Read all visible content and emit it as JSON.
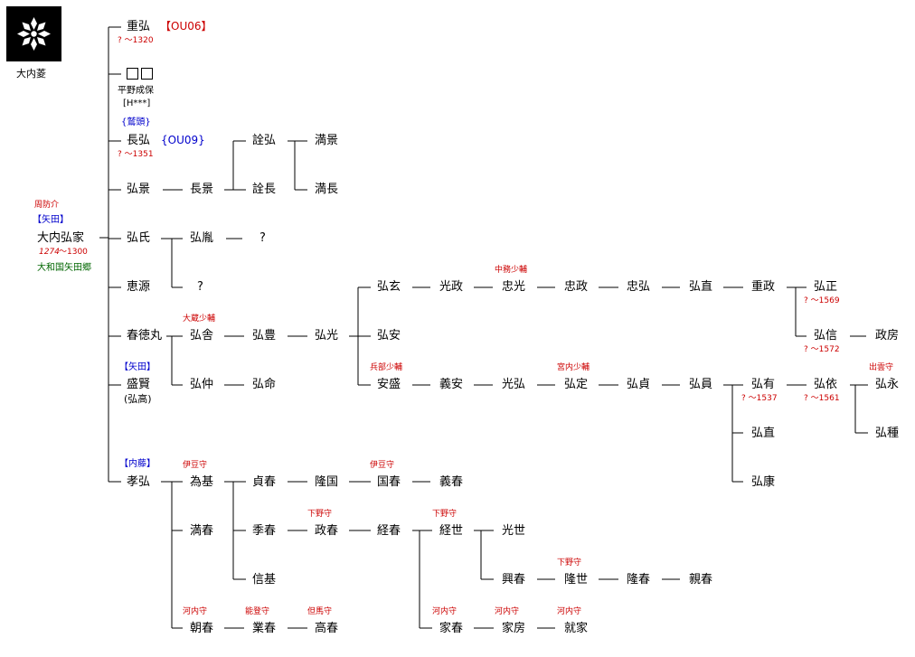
{
  "crest": {
    "label": "大内菱",
    "icon": "ouchi-bishi-crest-icon"
  },
  "nodes": {
    "shigehiro": "重弘",
    "boxes_note": "平野成保",
    "boxes_code": "[H***]",
    "nagahiro": "長弘",
    "hirokage": "弘景",
    "hiroie": "大内弘家",
    "hiroshi": "弘氏",
    "egen": "恵源",
    "shuntoku": "春徳丸",
    "morikata": "盛賢",
    "morikata_alt": "(弘高)",
    "takahiro": "孝弘",
    "chokei": "長景",
    "sen_hiro": "詮弘",
    "sen_naga": "詮長",
    "mitsukage": "満景",
    "mitsunaga": "満長",
    "hirosen": "弘胤",
    "q1": "?",
    "q2": "?",
    "hirosha": "弘舎",
    "hirotoyo": "弘豊",
    "hiromitsu": "弘光",
    "hironaka": "弘仲",
    "hiromei": "弘命",
    "hirogen": "弘玄",
    "mitsumasa": "光政",
    "tadamitsu": "忠光",
    "tadamasa": "忠政",
    "tadahiro": "忠弘",
    "hironao": "弘直",
    "shigemasa": "重政",
    "hiromasa": "弘正",
    "hironobu": "弘信",
    "masafusa": "政房",
    "hiroyasu": "弘安",
    "ansei": "安盛",
    "giyasu": "義安",
    "mitsuhiro": "光弘",
    "hirosada": "弘定",
    "hirosada2": "弘貞",
    "hirokazu": "弘員",
    "hiroari": "弘有",
    "hiroyori": "弘依",
    "hironaga": "弘永",
    "hirotane": "弘種",
    "hironao2": "弘直",
    "hiroyasu2": "弘康",
    "tamemoto": "為基",
    "sadaharu": "貞春",
    "takakuni": "隆国",
    "kuniharu": "国春",
    "yoshiharu": "義春",
    "mitsuharu": "満春",
    "sueharu": "季春",
    "masaharu": "政春",
    "tsuneharu": "経春",
    "tsuneyo": "経世",
    "mitsuyo": "光世",
    "nobumoto": "信基",
    "okiharu": "興春",
    "takayo": "隆世",
    "takaharu": "隆春",
    "chikaharu": "親春",
    "tomoharu": "朝春",
    "naruharu": "業春",
    "takaharu2": "高春",
    "ieharu": "家春",
    "iefusa": "家房",
    "nariie": "就家"
  },
  "titles": {
    "suo_no_suke": "周防介",
    "okura_shoyu": "大蔵少輔",
    "nakatsukasa_shoyu": "中務少輔",
    "hyobu_shoyu": "兵部少輔",
    "kunai_shoyu": "宮内少輔",
    "izumo": "出雲守",
    "izu1": "伊豆守",
    "izu2": "伊豆守",
    "shimotsuke1": "下野守",
    "shimotsuke2": "下野守",
    "shimotsuke3": "下野守",
    "kawachi1": "河内守",
    "noto": "能登守",
    "tajima": "但馬守",
    "kawachi2": "河内守",
    "kawachi3": "河内守",
    "kawachi4": "河内守"
  },
  "dates": {
    "shigehiro": "?  〜1320",
    "nagahiro": "?  〜1351",
    "hiroie_birth": "1274",
    "hiroie_death": "〜1300",
    "hiromasa": "?  〜1569",
    "hironobu": "?  〜1572",
    "hiroari": "?  〜1537",
    "hiroyori": "?  〜1561"
  },
  "tags": {
    "ou06": "【OU06】",
    "ou09": "{OU09}",
    "washizu": "{鷲頭}",
    "yata1": "【矢田】",
    "yata2": "【矢田】",
    "naito": "【内藤】",
    "place": "大和国矢田郷"
  },
  "colors": {
    "title": "#cc0000",
    "branch": "#0000cc",
    "place": "#006600",
    "line": "#000000"
  }
}
